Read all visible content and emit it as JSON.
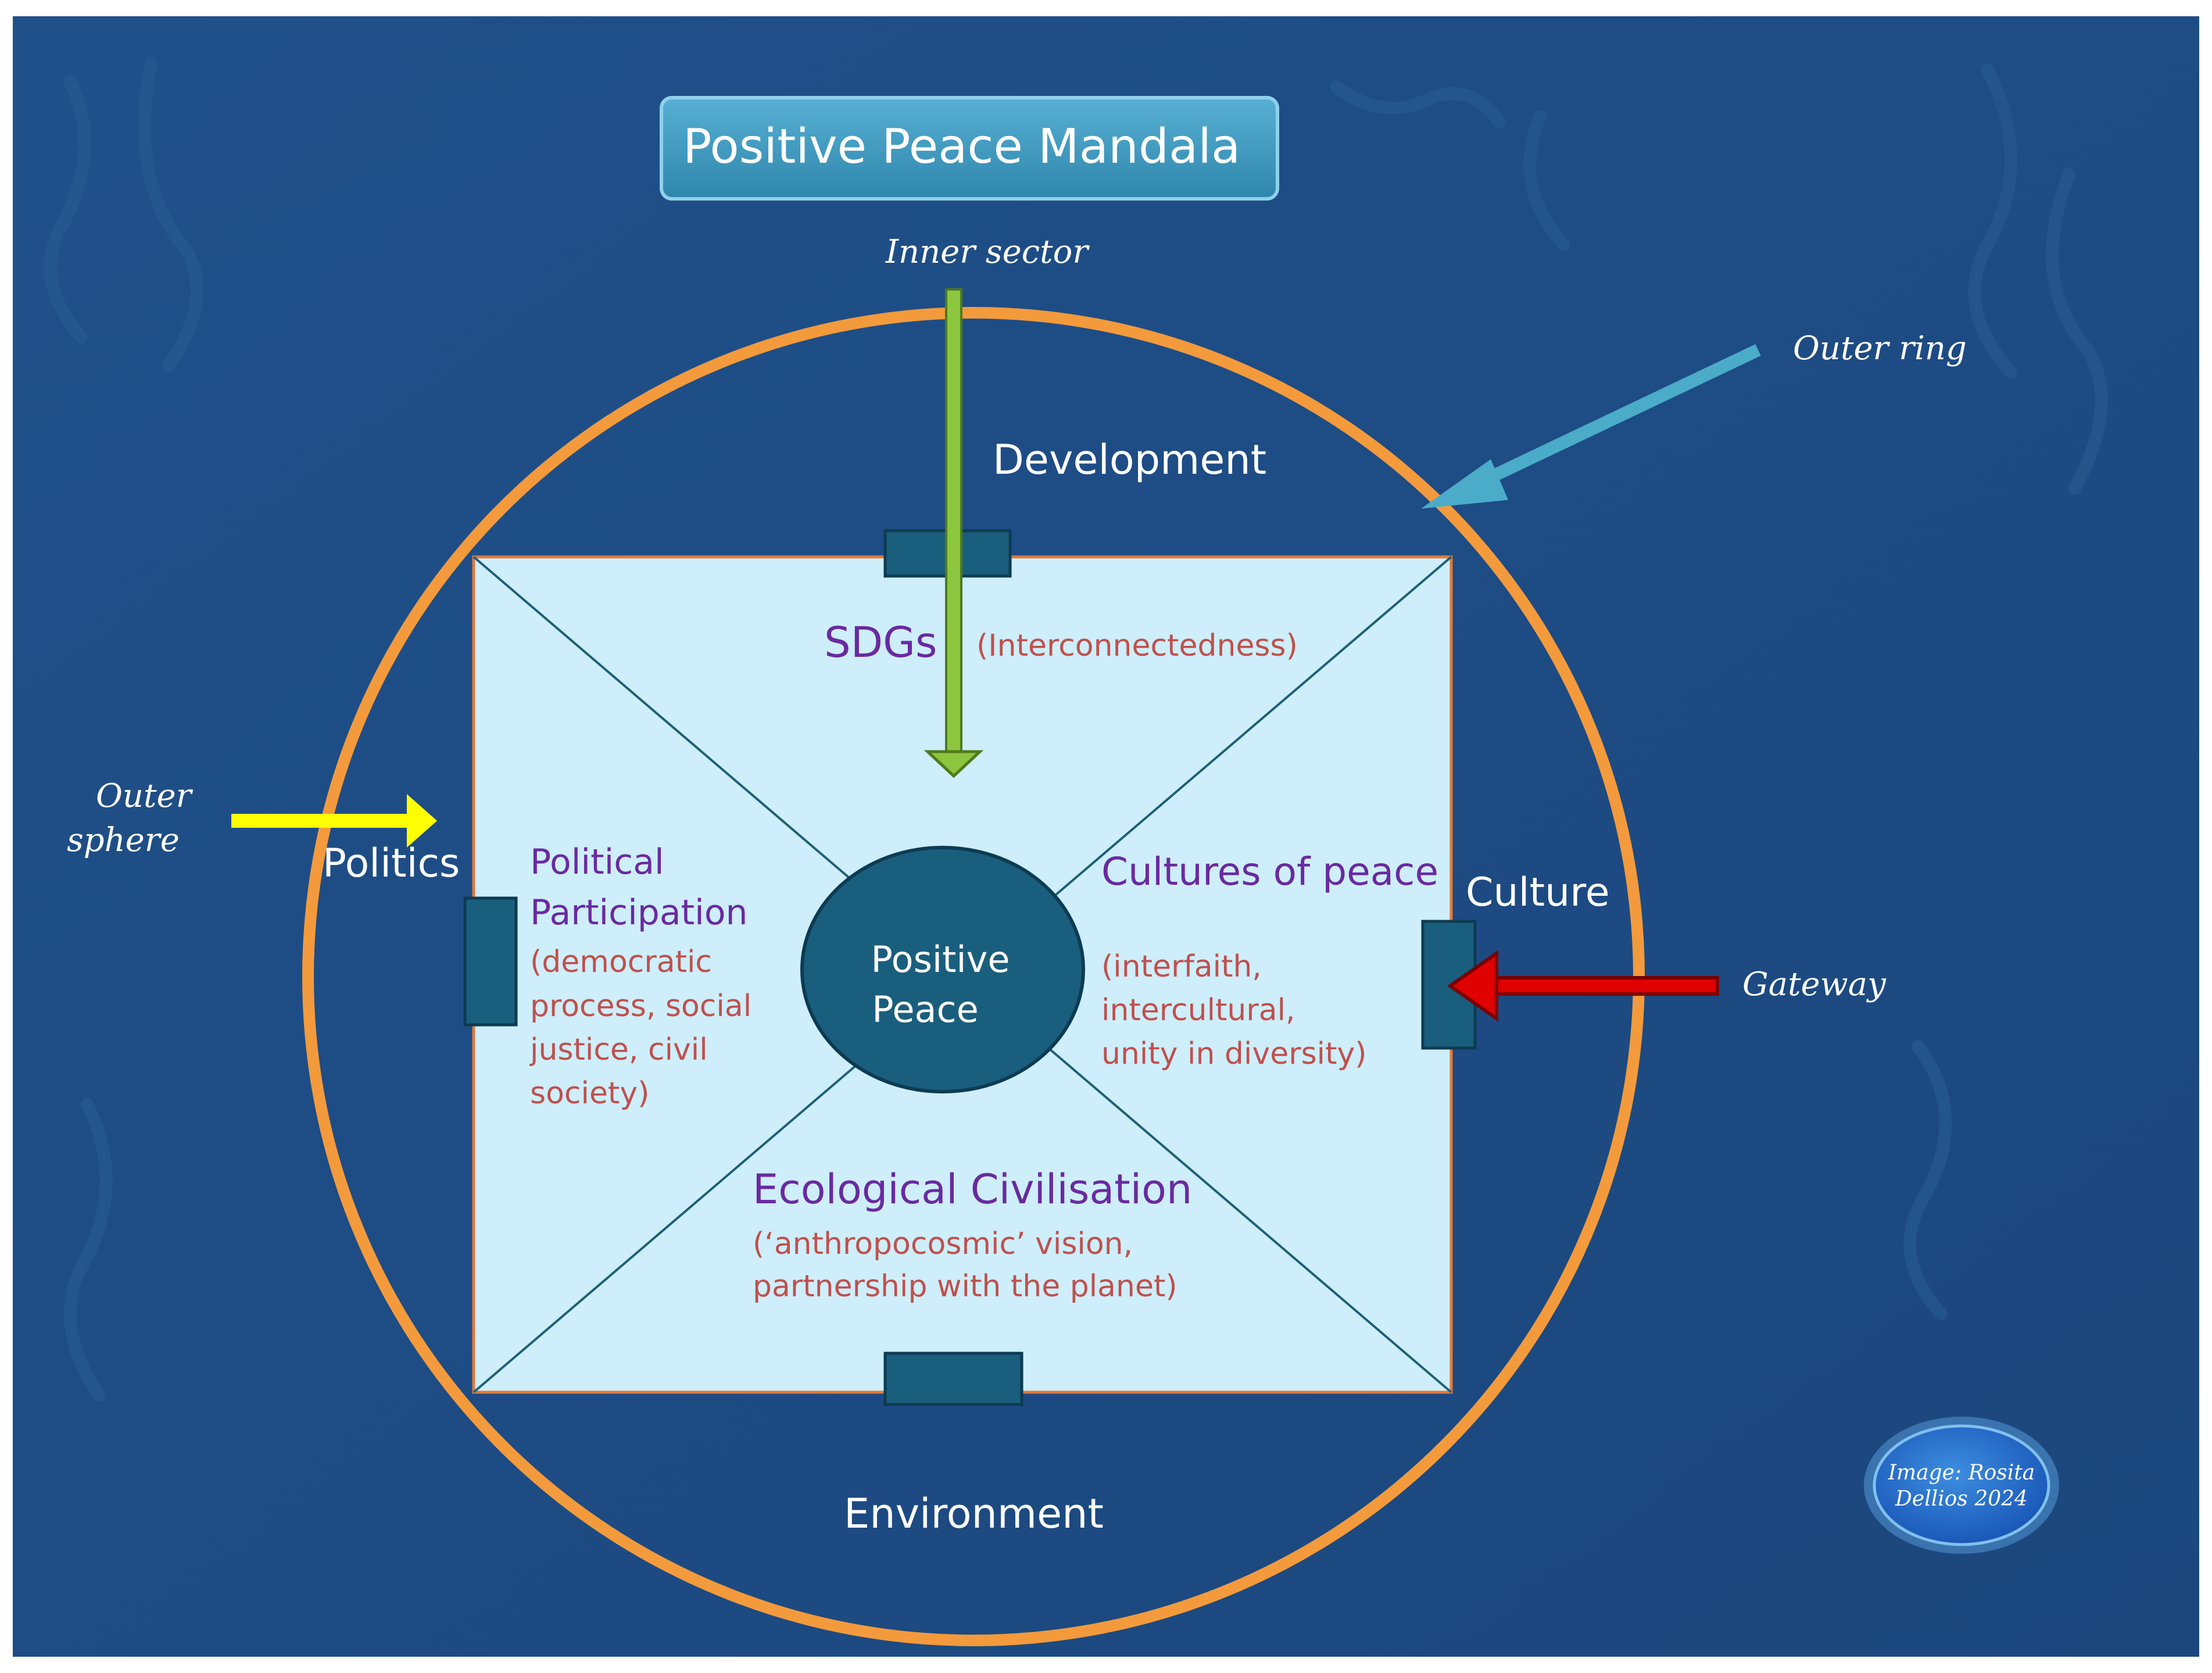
{
  "title": "Positive Peace Mandala",
  "colors": {
    "background": "#1e4f82",
    "title_box": "#3a92b8",
    "ring": "#f39a3c",
    "square_fill": "#cdeefa",
    "gate": "#1a5e7e",
    "center": "#1a5e7e",
    "purple_text": "#6a2aa0",
    "red_text": "#c0504d",
    "green_arrow": "#8cc63f",
    "yellow_arrow": "#ffff00",
    "cyan_arrow": "#4aacc8",
    "red_arrow": "#ff0000"
  },
  "labels": {
    "inner_sector": "Inner sector",
    "outer_ring": "Outer ring",
    "outer_sphere_1": "Outer",
    "outer_sphere_2": "sphere",
    "gateway": "Gateway"
  },
  "outer_domains": {
    "development": "Development",
    "politics": "Politics",
    "culture": "Culture",
    "environment": "Environment"
  },
  "center": {
    "line1": "Positive",
    "line2": "Peace"
  },
  "quadrants": {
    "top": {
      "heading": "SDGs",
      "note": "(Interconnectedness)"
    },
    "left": {
      "heading_1": "Political",
      "heading_2": "Participation",
      "note_1": "(democratic",
      "note_2": "process, social",
      "note_3": "justice, civil",
      "note_4": "society)"
    },
    "right": {
      "heading": "Cultures of peace",
      "note_1": "(interfaith,",
      "note_2": "intercultural,",
      "note_3": "unity in diversity)"
    },
    "bottom": {
      "heading": "Ecological Civilisation",
      "note_1": "(‘anthropocosmic’ vision,",
      "note_2": "partnership with the planet)"
    }
  },
  "credit": {
    "line1": "Image: Rosita",
    "line2": "Dellios 2024"
  }
}
